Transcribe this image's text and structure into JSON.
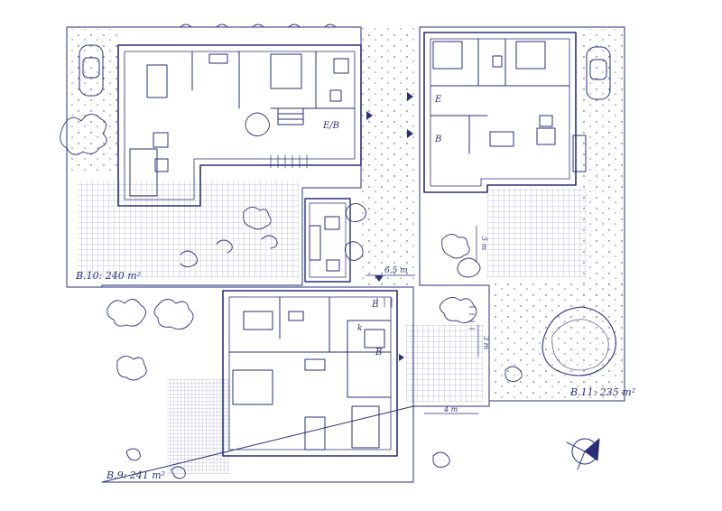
{
  "colors": {
    "ink": "#2a2f7a",
    "paper": "#ffffff"
  },
  "plots": {
    "b10": {
      "area_label": "B.10: 240 m²"
    },
    "b11": {
      "area_label": "B.11: 235 m²"
    },
    "b9": {
      "area_label": "B.9: 241 m²"
    }
  },
  "room_labels": {
    "eb": "E/B",
    "e": "E",
    "b": "B",
    "k": "k"
  },
  "dimensions": {
    "d65": "6,5 m",
    "d5": "5 m",
    "d4": "4 m",
    "d3": "3 m"
  },
  "icons": [
    "north-arrow-icon",
    "car-icon",
    "tree-icon",
    "shrub-icon",
    "tree-canopy-icon"
  ]
}
